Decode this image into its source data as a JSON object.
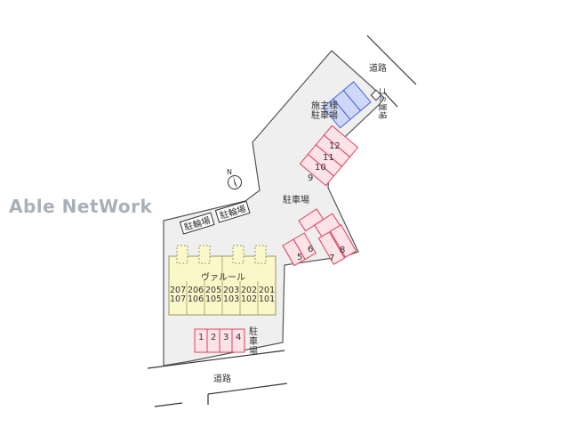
{
  "watermark": "Able NetWork",
  "building": {
    "name": "ヴァルール"
  },
  "units": {
    "upper": [
      "207",
      "206",
      "205",
      "203",
      "202",
      "201"
    ],
    "lower": [
      "107",
      "106",
      "105",
      "103",
      "102",
      "101"
    ]
  },
  "labels": {
    "road_top": "道路",
    "road_bottom": "道路",
    "garbage": "ゴミ置場",
    "owner_parking": "施主様駐車場",
    "parking_main": "駐車場",
    "parking_bottom": "駐車場",
    "bike_left": "駐輪場",
    "bike_right": "駐輪場",
    "north": "N"
  },
  "parking": {
    "diag_upper": [
      "12",
      "11",
      "10",
      "9"
    ],
    "diag_lower": [
      "5",
      "6",
      "7",
      "8"
    ],
    "bottom": [
      "1",
      "2",
      "3",
      "4"
    ]
  },
  "colors": {
    "lot_fill": "#efefef",
    "lot_stroke": "#555555",
    "building_fill": "#fcf7c9",
    "building_stroke": "#9a9a60",
    "parking_stroke": "#e0405a",
    "parking_fill": "#fbe3e8",
    "owner_stroke": "#4a64d8",
    "owner_fill": "#cfd8f8"
  }
}
